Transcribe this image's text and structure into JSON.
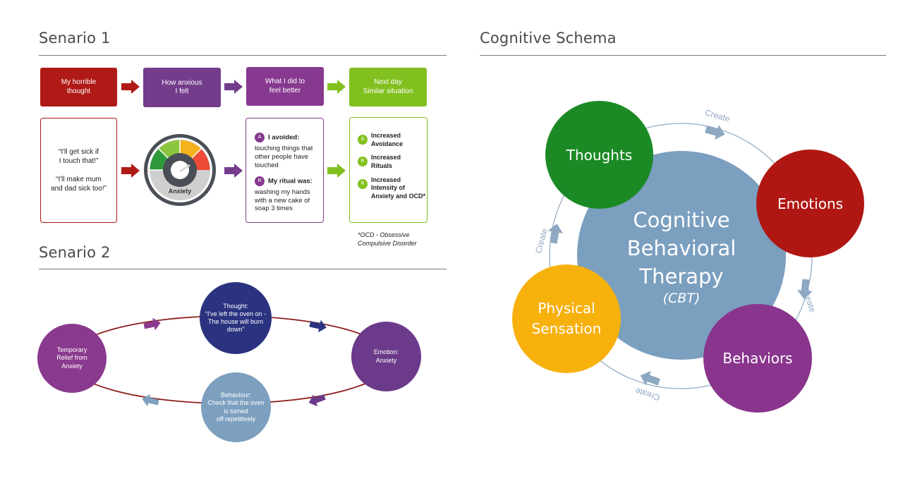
{
  "scenario1": {
    "title": "Senario 1",
    "steps": [
      {
        "label": "My horrible\nthought",
        "color": "#b01a16"
      },
      {
        "label": "How anxious\nI felt",
        "color": "#743d8c"
      },
      {
        "label": "What I did to\nfeel better",
        "color": "#86398f"
      },
      {
        "label": "Next day\nSimilar situation",
        "color": "#82c01f"
      }
    ],
    "arrow_colors": [
      "#b01a16",
      "#743d8c",
      "#82c01f"
    ],
    "quote": "“I'll get sick if\nI touch that!”\n\n“I'll make mum\nand dad sick too!”",
    "gauge_label": "Anxiety",
    "actions": [
      {
        "badge": "A",
        "heading": "I avoided:",
        "text": "touching things that\nother people have\ntouched"
      },
      {
        "badge": "R",
        "heading": "My ritual was:",
        "text": "washing my hands\nwith a new cake of\nsoap 3 times"
      }
    ],
    "outcomes": [
      {
        "badge": "A",
        "text": "Increased\nAvoidance"
      },
      {
        "badge": "R",
        "text": "Increased\nRituals"
      },
      {
        "badge": "R",
        "text": "Increased\nIntensity of\nAnxiety and OCD*"
      }
    ],
    "footnote": "*OCD - Obsessive\nCompulsive Disorder"
  },
  "scenario2": {
    "title": "Senario 2",
    "thought": "Thought:\n“I've left the oven on -\nThe house will burn\ndown”",
    "emotion": "Emotion:\nAnxiety",
    "behaviour": "Behaviour:\nCheck that the oven\nis turned\noff repetitively",
    "relief": "Temporary\nRelief from\nAnxiety",
    "colors": {
      "thought": "#2b3380",
      "emotion": "#6b3a8a",
      "behaviour": "#7ea0c0",
      "relief": "#8a3a8e",
      "loop": "#8b1d1a"
    }
  },
  "schema": {
    "title": "Cognitive Schema",
    "center_lines": [
      "Cognitive",
      "Behavioral",
      "Therapy"
    ],
    "center_sub": "(CBT)",
    "thoughts": "Thoughts",
    "emotions": "Emotions",
    "behaviors": "Behaviors",
    "physical": "Physical\nSensation",
    "create_label": "Create",
    "colors": {
      "center": "#7b9fbf",
      "thoughts": "#1b8a25",
      "emotions": "#b01713",
      "behaviors": "#8a358d",
      "physical": "#f7b10d",
      "ring": "#8ea8c2"
    }
  }
}
